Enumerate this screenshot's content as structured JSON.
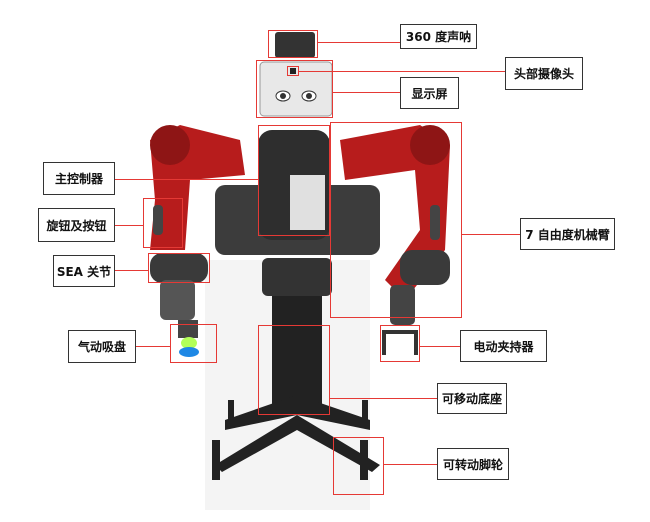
{
  "labels": {
    "sonar": "360 度声呐",
    "head_camera": "头部摄像头",
    "display": "显示屏",
    "controller": "主控制器",
    "knobs_buttons": "旋钮及按钮",
    "sea_joint": "SEA 关节",
    "suction": "气动吸盘",
    "arm": "7 自由度机械臂",
    "gripper": "电动夹持器",
    "base": "可移动底座",
    "casters": "可转动脚轮"
  },
  "colors": {
    "highlight": "#e53935",
    "robot_red": "#b71c1c",
    "robot_dark": "#3a3a3a"
  }
}
